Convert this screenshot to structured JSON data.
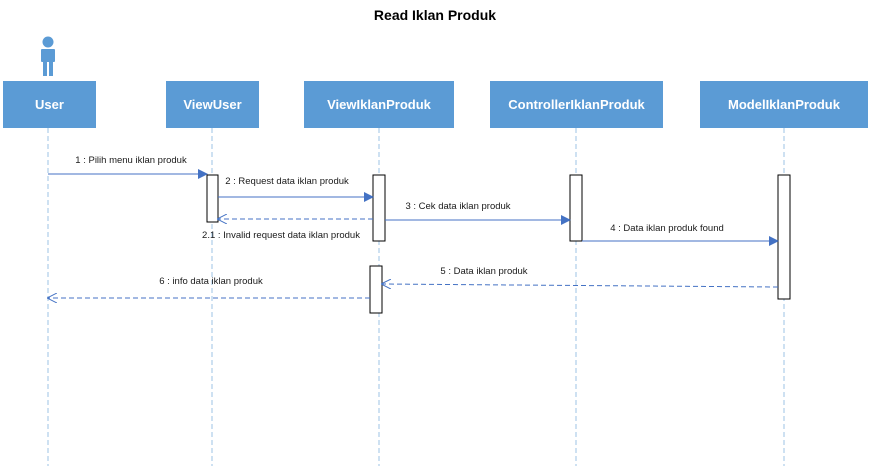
{
  "title": "Read Iklan Produk",
  "participants": [
    {
      "name": "User"
    },
    {
      "name": "ViewUser"
    },
    {
      "name": "ViewIklanProduk"
    },
    {
      "name": "ControllerIklanProduk"
    },
    {
      "name": "ModelIklanProduk"
    }
  ],
  "messages": [
    {
      "label": "1 : Pilih menu iklan produk"
    },
    {
      "label": "2 : Request data iklan produk"
    },
    {
      "label": "2.1 : Invalid request data iklan produk"
    },
    {
      "label": "3 : Cek data iklan produk"
    },
    {
      "label": "4 : Data iklan produk found"
    },
    {
      "label": "5 : Data iklan produk"
    },
    {
      "label": "6 : info data iklan produk"
    }
  ],
  "colors": {
    "participant_fill": "#5b9bd5",
    "participant_text": "#ffffff",
    "lifeline": "#9dc3e6",
    "message": "#4472c4",
    "activation_stroke": "#000000"
  }
}
